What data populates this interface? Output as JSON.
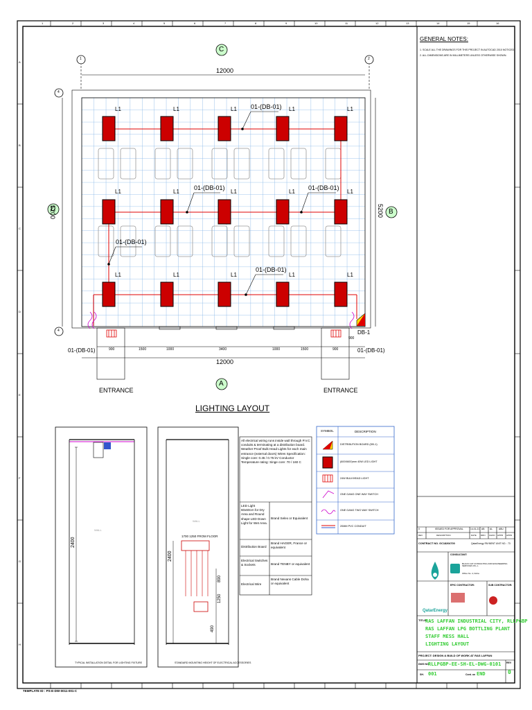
{
  "drawing": {
    "title": "LIGHTING LAYOUT",
    "entrance_label": "ENTRANCE",
    "dims": {
      "width": "12000",
      "depth": "5200",
      "segments": [
        "900",
        "1500",
        "1000",
        "3400",
        "1000",
        "1500",
        "900"
      ]
    },
    "grid_bubbles": {
      "top": "C",
      "bottom": "A",
      "left": "D",
      "right": "B",
      "top_left": "1",
      "top_right": "2",
      "corner": "4"
    },
    "fixture_label": "L1",
    "circuit_label": "01-(DB-01)",
    "db_label": "DB-1",
    "border_numbers": [
      "1",
      "2",
      "3",
      "4",
      "5",
      "6",
      "7",
      "8",
      "9",
      "10",
      "11",
      "12",
      "13",
      "14",
      "15",
      "16"
    ],
    "border_letters": [
      "A",
      "B",
      "C",
      "D",
      "E",
      "F",
      "G",
      "H"
    ]
  },
  "general_notes": {
    "title": "GENERAL NOTES:",
    "items": [
      "1. SCALE ALL THE DRAWINGS FOR THIS PROJECT IN AUTOCAD 2010 NOTICED.",
      "2. ALL DIMENSIONS ARE IN MILLIMETERS UNLESS OTHERWISE SHOWN."
    ]
  },
  "details": {
    "detail1_caption": "TYPICAL INSTALLATION DETAIL FOR LIGHTING FIXTURE",
    "detail2_caption": "STANDARD MOUNTING HEIGHT OF ELECTRICAL ACCESSORIES",
    "wall_label": "WALL",
    "detail1_dim": "2400",
    "detail2_dims": [
      "2400",
      "1250",
      "490",
      "890"
    ],
    "detail2_height_text": "1700 1250 FROM FLOOR"
  },
  "specs": {
    "intro": "All electrical wiring runs inside wall through P.V.C conduits & terminating at a distribution board. Weather Proof Bulk Head Lights for each main entrance (external doors) Wires Specification: Single core: 0.45 / 0.75 kV Conductor Temperature rating: Singe core: 70 / 160 C",
    "rows": [
      {
        "item": "LED Light 60x60cm for Dry Area and Round shape LED Down Light for Wet Area.",
        "brand": "Brand Selex or Equivalent"
      },
      {
        "item": "Distribution Board",
        "brand": "Brand HAGER, France or equivalent"
      },
      {
        "item": "Electrical Switches & Sockets",
        "brand": "Brand TENBY or equivalent"
      },
      {
        "item": "Electrical Wire",
        "brand": "Brand Nexans Cable Doha or equivalent"
      }
    ]
  },
  "legend": {
    "headers": [
      "SYMBOL",
      "DESCRIPTION"
    ],
    "rows": [
      "DISTRIBUTION BOARD (DB-1)",
      "(600X600)mm 40W LED LIGHT",
      "24W BULKHEAD LIGHT",
      "ONE GANG ONE WAY SWITCH",
      "ONE GANG TWO WAY SWITCH",
      "20MM PVC CONDUIT"
    ]
  },
  "title_block": {
    "rev_row": {
      "rev": "0",
      "desc": "ISSUED FOR APPROVAL",
      "date": "14-01-21",
      "by": "AB",
      "chkd": "AL",
      "appd": "ABU"
    },
    "rev_headers": [
      "REV",
      "DESCRIPTION",
      "DATE",
      "DRN",
      "CHKD",
      "APPR",
      "APPD"
    ],
    "contract_no": "CONTRACT NO. GC18204700",
    "contractor_ref": "QatarEnergy PAYMENT UNIT NO. : 73",
    "consultant_label": "CONSULTANT:",
    "consultant_name": "BLACK CAT CONSULTING AND ENGINEERING SERVICES W.L.L",
    "consultant_addr": "Office No. 4, Doha",
    "epic_label": "EPIC CONTRACTOR:",
    "sub_label": "SUB CONTRACTOR:",
    "client_logo_text": "QatarEnergy",
    "title_prefix": "TITLE:",
    "title_lines": [
      "RAS LAFFAN INDUSTRIAL CITY, RLLPGBP",
      "RAS LAFFAN LPG BOTTLING PLANT",
      "STAFF MESS HALL",
      "LIGHTING LAYOUT"
    ],
    "project_line": "PROJECT: DESIGN & BUILD OF WORK AT RAS LAFFAN",
    "dwg_no_label": "DWG NO.",
    "dwg_no": "RLLPGBP-EE-SH-EL-DWG-0101",
    "rev_label": "REV",
    "rev_value": "0",
    "sh_label": "SH.",
    "sh_value": "001",
    "cont_label": "Cont. on",
    "cont_value": "END"
  },
  "footer": {
    "template_id": "TEMPLATE ID : PS-E-DW-0011-001-C"
  }
}
